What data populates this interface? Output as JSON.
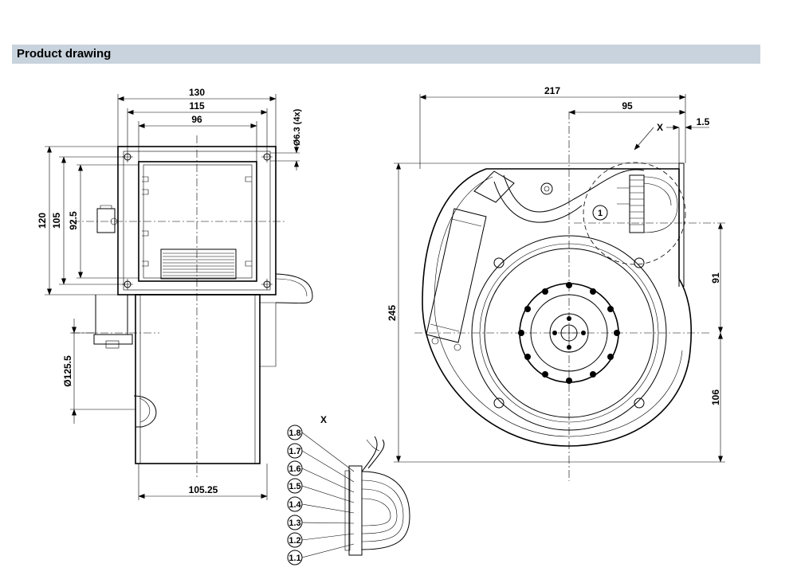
{
  "header": {
    "title": "Product drawing"
  },
  "side_view": {
    "width_130": "130",
    "width_115": "115",
    "width_96": "96",
    "hole_dia": "Ø6.3 (4x)",
    "height_120": "120",
    "height_105": "105",
    "height_92_5": "92.5",
    "dia_125_5": "Ø125.5",
    "width_105_25": "105.25"
  },
  "front_view": {
    "width_217": "217",
    "width_95": "95",
    "offset_1_5": "1.5",
    "detail_marker": "X",
    "callout": "1",
    "height_245": "245",
    "height_91": "91",
    "height_106": "106"
  },
  "detail_x": {
    "title": "X",
    "pins": [
      "1.8",
      "1.7",
      "1.6",
      "1.5",
      "1.4",
      "1.3",
      "1.2",
      "1.1"
    ]
  }
}
